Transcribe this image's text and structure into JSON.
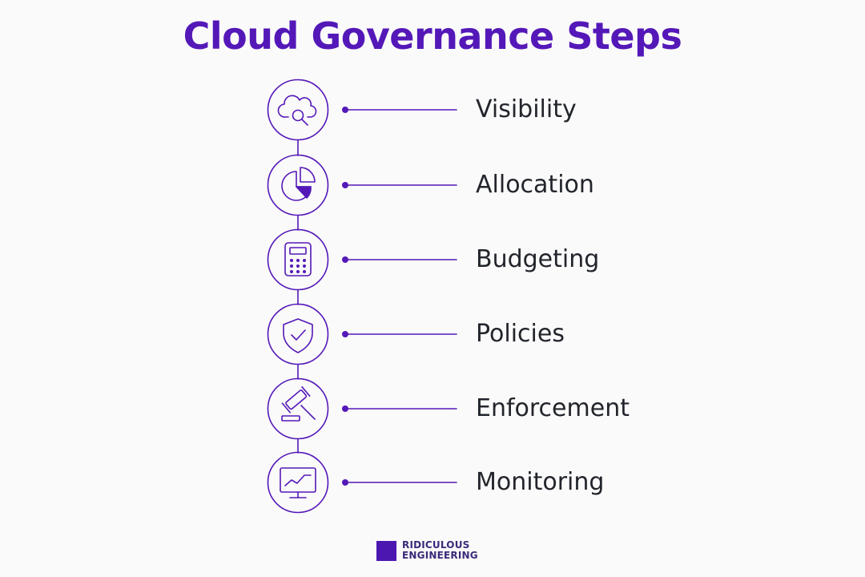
{
  "title": "Cloud Governance Steps",
  "accent_color": "#5418b8",
  "steps": [
    {
      "label": "Visibility",
      "icon": "cloud-search-icon"
    },
    {
      "label": "Allocation",
      "icon": "pie-chart-icon"
    },
    {
      "label": "Budgeting",
      "icon": "calculator-icon"
    },
    {
      "label": "Policies",
      "icon": "shield-check-icon"
    },
    {
      "label": "Enforcement",
      "icon": "gavel-icon"
    },
    {
      "label": "Monitoring",
      "icon": "monitor-chart-icon"
    }
  ],
  "brand": {
    "line1": "RIDICULOUS",
    "line2": "ENGINEERING",
    "icon": "brand-square-logo"
  }
}
